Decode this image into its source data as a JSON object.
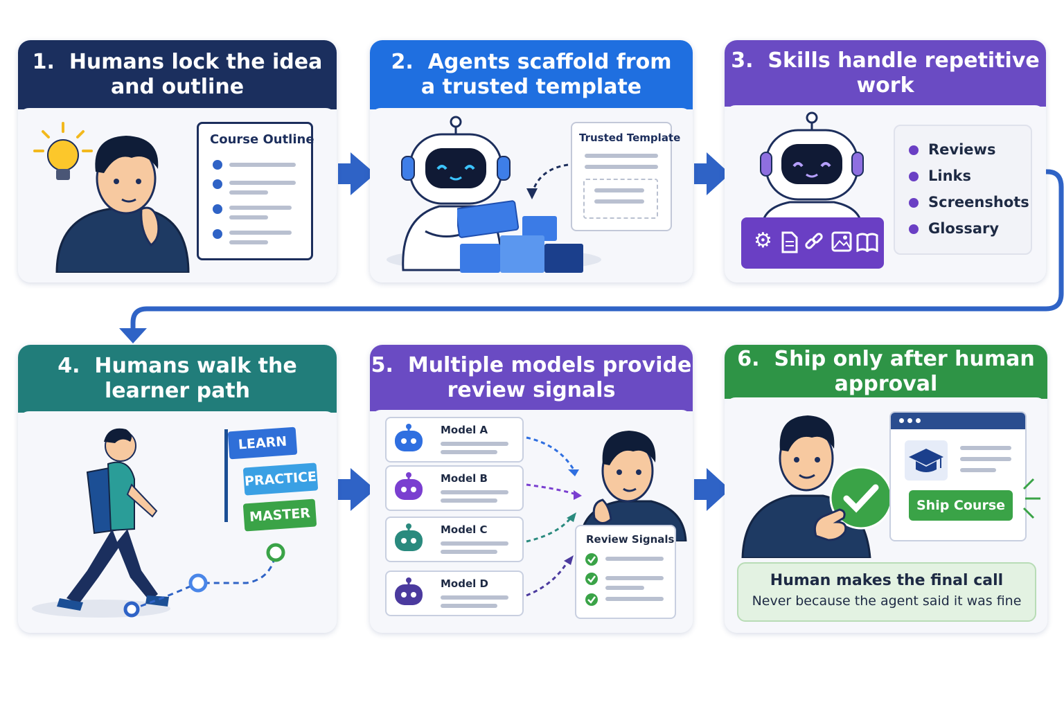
{
  "colors": {
    "navy": "#1b2f5e",
    "blue": "#1f6fe0",
    "purple": "#6a4bc3",
    "teal": "#217d7a",
    "green": "#2e9446",
    "arrow": "#2f63c6"
  },
  "steps": [
    {
      "number": "1.",
      "title_line1": "Humans lock the idea",
      "title_line2": "and outline",
      "color": "#1b2f5e"
    },
    {
      "number": "2.",
      "title_line1": "Agents scaffold from",
      "title_line2": "a trusted template",
      "color": "#1f6fe0"
    },
    {
      "number": "3.",
      "title_line1": "Skills handle repetitive work",
      "title_line2": "",
      "color": "#6a4bc3"
    },
    {
      "number": "4.",
      "title_line1": "Humans walk the",
      "title_line2": "learner path",
      "color": "#217d7a"
    },
    {
      "number": "5.",
      "title_line1": "Multiple models provide",
      "title_line2": "review signals",
      "color": "#6a4bc3"
    },
    {
      "number": "6.",
      "title_line1": "Ship only after human approval",
      "title_line2": "",
      "color": "#2e9446"
    }
  ],
  "step1": {
    "outline_title": "Course Outline",
    "icons": [
      "lightbulb-icon",
      "person-thinking-icon"
    ]
  },
  "step2": {
    "template_title": "Trusted Template",
    "icons": [
      "robot-icon",
      "building-blocks-icon"
    ]
  },
  "step3": {
    "items": [
      "Reviews",
      "Links",
      "Screenshots",
      "Glossary"
    ],
    "icons": [
      "gear-icon",
      "document-icon",
      "link-icon",
      "image-icon",
      "book-icon"
    ]
  },
  "step4": {
    "flags": [
      "LEARN",
      "PRACTICE",
      "MASTER"
    ],
    "icons": [
      "walking-learner-icon",
      "flag-icon"
    ]
  },
  "step5": {
    "models": [
      "Model A",
      "Model B",
      "Model C",
      "Model D"
    ],
    "model_colors": [
      "#2f6fe0",
      "#7a3fd0",
      "#2a8a7e",
      "#4b3a9e"
    ],
    "review_title": "Review Signals"
  },
  "step6": {
    "ship_button": "Ship Course",
    "final_title": "Human makes the final call",
    "final_subtitle": "Never because the agent said it was fine",
    "icons": [
      "graduation-cap-icon",
      "checkmark-icon",
      "browser-window-icon"
    ]
  }
}
